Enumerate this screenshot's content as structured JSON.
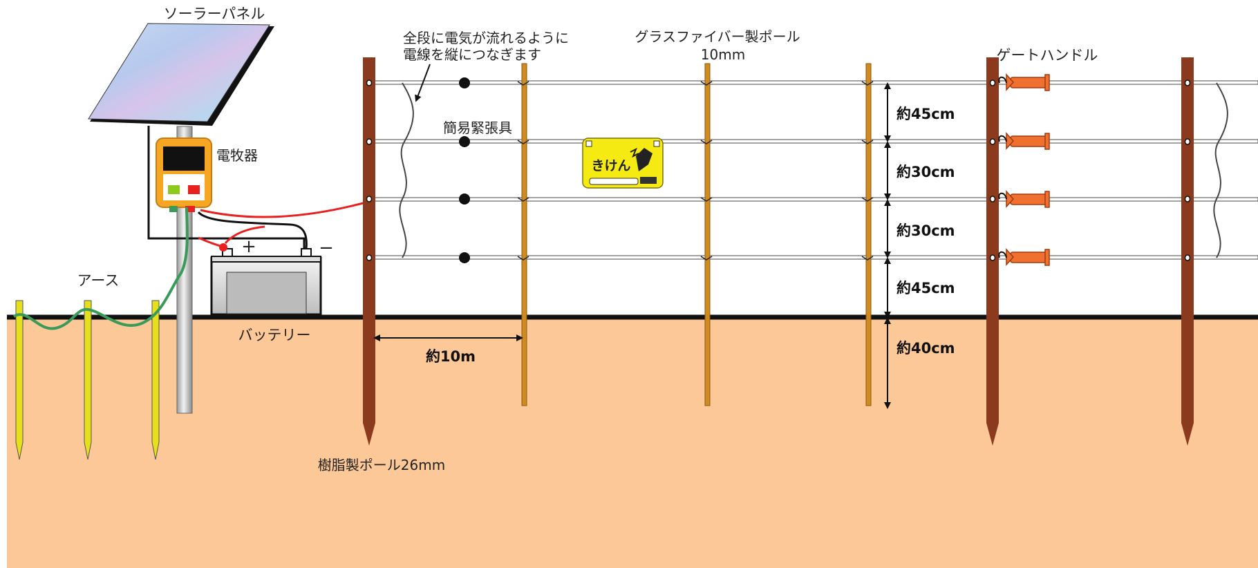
{
  "labels": {
    "solar_panel": "ソーラーパネル",
    "energizer": "電牧器",
    "earth": "アース",
    "battery": "バッテリー",
    "battery_plus": "+",
    "battery_minus": "−",
    "vertical_wire_line1": "全段に電気が流れるように",
    "vertical_wire_line2": "電線を縦につなぎます",
    "tensioner": "簡易緊張具",
    "fiberglass_pole_line1": "グラスファイバー製ポール",
    "fiberglass_pole_line2": "10mm",
    "gate_handle": "ゲートハンドル",
    "resin_pole": "樹脂製ポール26mm",
    "warning_sign": "きけん"
  },
  "dimensions": {
    "pole_spacing": "約10m",
    "wire_gaps": [
      "約45cm",
      "約30cm",
      "約30cm",
      "約45cm"
    ],
    "ground_depth": "約40cm"
  },
  "colors": {
    "ground": "#FCC897",
    "resin_pole": "#8B3A1E",
    "fiberglass_pole": "#D08A22",
    "earth_rod": "#E6E01C",
    "gate_handle": "#F07030",
    "live_wire": "#E8211E",
    "earth_wire": "#3A9A5A",
    "energizer_body": "#F5A623",
    "sign": "#F5EA12"
  }
}
